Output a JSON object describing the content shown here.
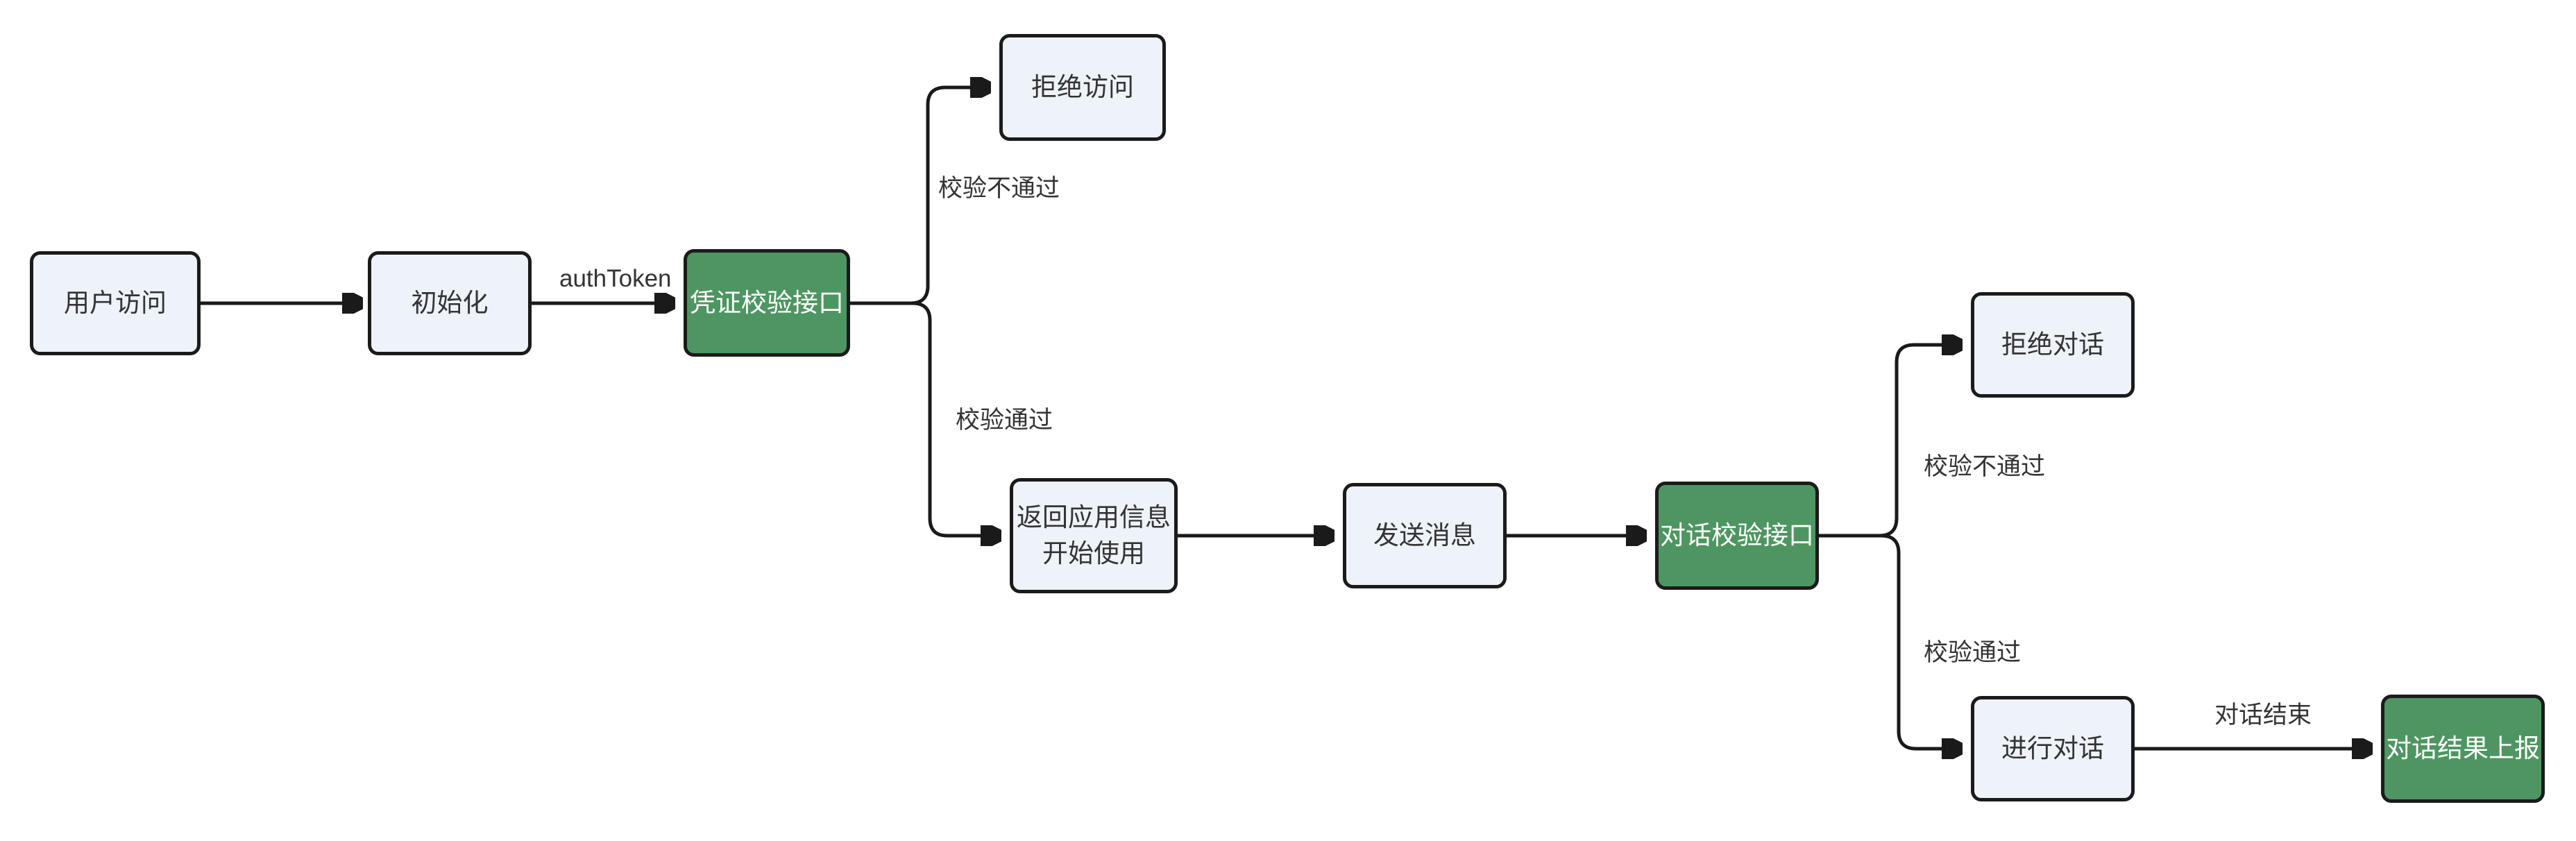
{
  "diagram": {
    "type": "flowchart",
    "direction": "left-to-right",
    "colors": {
      "background": "#ffffff",
      "node_fill": "#eef2f9",
      "node_border": "#1b1b1b",
      "node_text": "#333333",
      "highlight_fill": "#4e9661",
      "highlight_text": "#ffffff",
      "edge_color": "#1a1a1a",
      "edge_label_text": "#333333"
    },
    "nodes": [
      {
        "id": "user-access",
        "label": "用户访问",
        "style": "light"
      },
      {
        "id": "init",
        "label": "初始化",
        "style": "light"
      },
      {
        "id": "credential-check",
        "label": "凭证校验接口",
        "style": "highlight"
      },
      {
        "id": "deny-access",
        "label": "拒绝访问",
        "style": "light"
      },
      {
        "id": "return-app-info",
        "label": "返回应用信息 开始使用",
        "line1": "返回应用信息",
        "line2": "开始使用",
        "style": "light"
      },
      {
        "id": "send-message",
        "label": "发送消息",
        "style": "light"
      },
      {
        "id": "dialog-check",
        "label": "对话校验接口",
        "style": "highlight"
      },
      {
        "id": "deny-dialog",
        "label": "拒绝对话",
        "style": "light"
      },
      {
        "id": "do-dialog",
        "label": "进行对话",
        "style": "light"
      },
      {
        "id": "report-result",
        "label": "对话结果上报",
        "style": "highlight"
      }
    ],
    "edges": [
      {
        "from": "user-access",
        "to": "init",
        "label": ""
      },
      {
        "from": "init",
        "to": "credential-check",
        "label": "authToken"
      },
      {
        "from": "credential-check",
        "to": "deny-access",
        "label": "校验不通过"
      },
      {
        "from": "credential-check",
        "to": "return-app-info",
        "label": "校验通过"
      },
      {
        "from": "return-app-info",
        "to": "send-message",
        "label": ""
      },
      {
        "from": "send-message",
        "to": "dialog-check",
        "label": ""
      },
      {
        "from": "dialog-check",
        "to": "deny-dialog",
        "label": "校验不通过"
      },
      {
        "from": "dialog-check",
        "to": "do-dialog",
        "label": "校验通过"
      },
      {
        "from": "do-dialog",
        "to": "report-result",
        "label": "对话结束"
      }
    ],
    "edge_labels": [
      {
        "id": "auth-token",
        "text": "authToken"
      },
      {
        "id": "check-fail-1",
        "text": "校验不通过"
      },
      {
        "id": "check-pass-1",
        "text": "校验通过"
      },
      {
        "id": "check-fail-2",
        "text": "校验不通过"
      },
      {
        "id": "check-pass-2",
        "text": "校验通过"
      },
      {
        "id": "dialog-end",
        "text": "对话结束"
      }
    ]
  }
}
